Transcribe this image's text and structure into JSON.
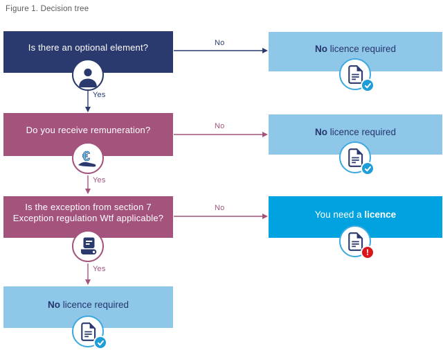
{
  "title": "Figure 1. Decision tree",
  "colors": {
    "navy": "#2b3a6e",
    "purple": "#a4537d",
    "light_blue": "#8fc7e9",
    "bright_blue": "#00a3df",
    "badge_blue": "#1e9dd9",
    "badge_red": "#d8161c",
    "title_gray": "#58595b"
  },
  "nodes": {
    "q1": {
      "text": "Is there an optional element?",
      "icon": "person-icon"
    },
    "q2": {
      "text": "Do you receive remuneration?",
      "icon": "euro-hand-icon"
    },
    "q3": {
      "line1": "Is the exception from section 7",
      "line2": "Exception regulation Wtf applicable?",
      "icon": "contract-icon"
    },
    "outcome_no1": {
      "bold": "No",
      "rest": " licence required",
      "icon": "document-check-icon"
    },
    "outcome_no2": {
      "bold": "No",
      "rest": " licence required",
      "icon": "document-check-icon"
    },
    "outcome_licence": {
      "pre": "You need a ",
      "bold": "licence",
      "icon": "document-alert-icon"
    },
    "outcome_no3": {
      "bold": "No",
      "rest": " licence required",
      "icon": "document-check-icon"
    }
  },
  "edges": {
    "q1_no": "No",
    "q1_yes": "Yes",
    "q2_no": "No",
    "q2_yes": "Yes",
    "q3_no": "No",
    "q3_yes": "Yes"
  }
}
